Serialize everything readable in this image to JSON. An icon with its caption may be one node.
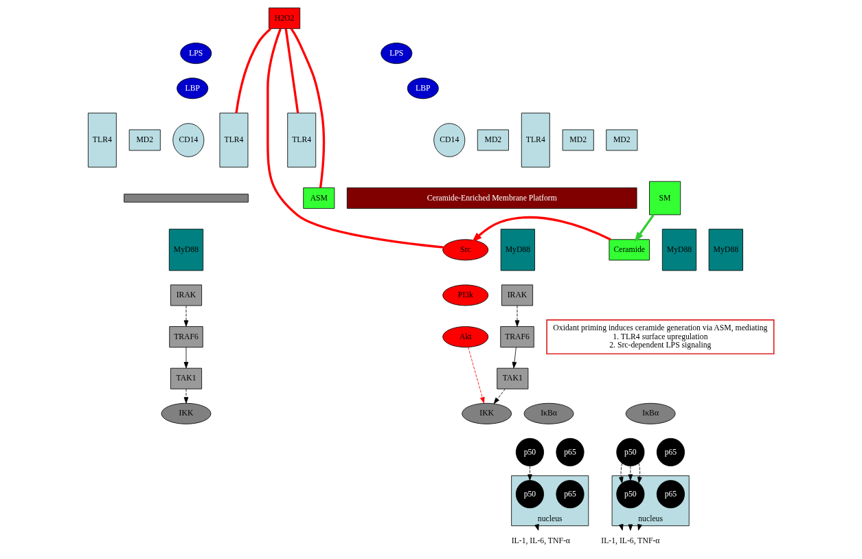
{
  "diagram": {
    "nodes": [
      {
        "text": [
          "TLR4"
        ]
      },
      {
        "text": [
          "MD2"
        ]
      },
      {
        "text": [
          "LPS"
        ]
      },
      {
        "text": [
          "LBP"
        ]
      },
      {
        "text": [
          "CD14"
        ]
      },
      {
        "text": [],
        "shape": "bar"
      },
      {
        "text": [
          "MyD88"
        ]
      },
      {
        "text": [
          "IRAK"
        ]
      },
      {
        "text": [
          "TRAF6"
        ]
      },
      {
        "text": [
          "TAK1"
        ]
      },
      {
        "text": [
          "IKK"
        ]
      },
      {
        "text": [
          "IκBα"
        ]
      },
      {
        "text": [
          "p50"
        ]
      },
      {
        "text": [
          "p65"
        ]
      },
      {
        "text": [
          "nucleus"
        ]
      },
      {
        "text": [
          "p50"
        ],
        "in": 14
      },
      {
        "text": [
          "p65"
        ],
        "in": 14
      },
      {
        "text": [
          "IL-1, IL-6, TNF-α"
        ]
      },
      {
        "text": [
          "H2O2"
        ]
      },
      {
        "text": [
          "TLR4"
        ]
      },
      {
        "text": [
          "MD2"
        ]
      },
      {
        "text": [
          "TLR4"
        ]
      },
      {
        "text": [
          "MD2"
        ]
      },
      {
        "text": [
          "LPS"
        ]
      },
      {
        "text": [
          "LBP"
        ]
      },
      {
        "text": [
          "CD14"
        ]
      },
      {
        "text": [
          "TLR4"
        ]
      },
      {
        "text": [
          "MD2"
        ]
      },
      {
        "text": [
          "Ceramide-Enriched Membrane Platform"
        ]
      },
      {
        "text": [
          "ASM"
        ]
      },
      {
        "text": [
          "SM"
        ]
      },
      {
        "text": [
          "Ceramide"
        ]
      },
      {
        "text": [
          "Src"
        ]
      },
      {
        "text": [
          "MyD88"
        ]
      },
      {
        "text": [
          "MyD88"
        ]
      },
      {
        "text": [
          "PI3k"
        ]
      },
      {
        "text": [
          "Akt"
        ]
      },
      {
        "text": [
          "MyD88"
        ]
      },
      {
        "text": [
          "IRAK"
        ]
      },
      {
        "text": [
          "TRAF6"
        ]
      },
      {
        "text": [
          "TAK1"
        ]
      },
      {
        "text": [
          "Oxidant priming induces ceramide generation via ASM, mediating",
          "1. TLR4 surface upregulation",
          "2. Src-dependent LPS signaling"
        ]
      },
      {
        "text": [
          "IKK"
        ]
      },
      {
        "text": [
          "IκBα"
        ]
      },
      {
        "text": [
          "p50"
        ]
      },
      {
        "text": [
          "p65"
        ]
      },
      {
        "text": [
          "nucleus"
        ]
      },
      {
        "text": [
          "p50"
        ],
        "in": 46
      },
      {
        "text": [
          "p65"
        ],
        "in": 46
      },
      {
        "text": [
          "IL-1, IL-6, TNF-α"
        ]
      }
    ],
    "edges": [
      {
        "from": 7,
        "to": 8,
        "arrow": "to",
        "style": "dashed"
      },
      {
        "from": 8,
        "to": 9,
        "arrow": "to"
      },
      {
        "from": 9,
        "to": 10,
        "arrow": "to",
        "style": "dashed"
      },
      {
        "from": 12,
        "to": 15,
        "arrow": "to",
        "style": "dashed"
      },
      {
        "from": 14,
        "to": 17,
        "arrow": "to"
      },
      {
        "from": 18,
        "to": 19,
        "arrow": "none",
        "style": "thick",
        "color": "#ff0000"
      },
      {
        "from": 18,
        "to": 32,
        "arrow": "none",
        "style": "thick",
        "color": "#ff0000"
      },
      {
        "from": 18,
        "to": 29,
        "arrow": "none",
        "style": "thick",
        "color": "#ff0000"
      },
      {
        "from": 18,
        "to": 26,
        "arrow": "none",
        "style": "thick",
        "color": "#ff0000"
      },
      {
        "from": 30,
        "to": 31,
        "arrow": "to",
        "style": "thick",
        "color": "#33cc33"
      },
      {
        "from": 31,
        "to": 32,
        "arrow": "to",
        "style": "thick",
        "color": "#ff0000"
      },
      {
        "from": 36,
        "to": 42,
        "arrow": "to",
        "style": "dashed",
        "color": "#ff0000"
      },
      {
        "from": 38,
        "to": 39,
        "arrow": "to",
        "style": "dashed"
      },
      {
        "from": 39,
        "to": 40,
        "arrow": "to"
      },
      {
        "from": 40,
        "to": 42,
        "arrow": "to",
        "style": "dashed"
      },
      {
        "from": 44,
        "to": 47,
        "arrow": "to",
        "style": "dashed"
      },
      {
        "from": 44,
        "to": 47,
        "arrow": "to",
        "style": "dashed"
      },
      {
        "from": 44,
        "to": 47,
        "arrow": "to",
        "style": "dashed"
      },
      {
        "from": 46,
        "to": 49,
        "arrow": "to"
      },
      {
        "from": 46,
        "to": 49,
        "arrow": "to"
      },
      {
        "from": 46,
        "to": 49,
        "arrow": "to"
      }
    ]
  }
}
